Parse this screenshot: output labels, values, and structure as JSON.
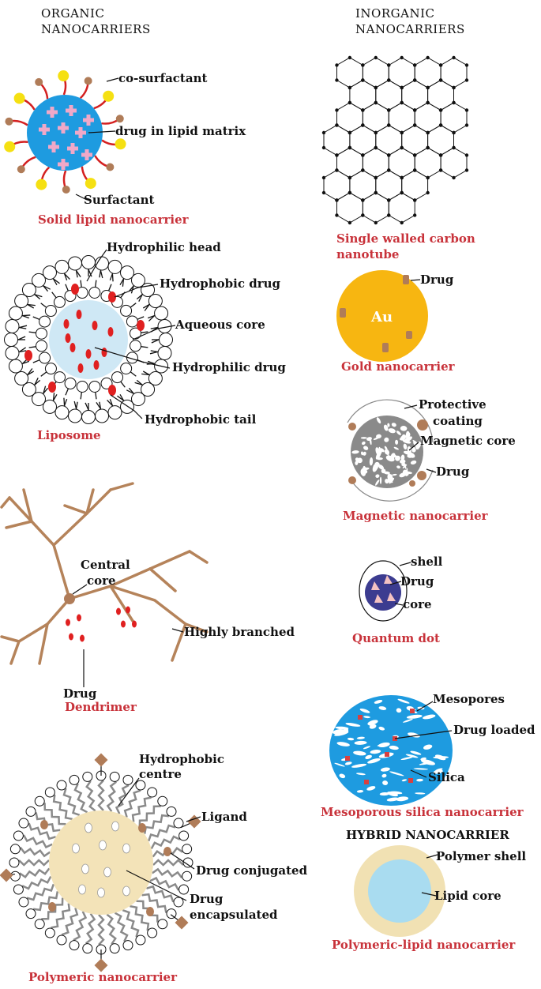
{
  "headers": {
    "organic": [
      "ORGANIC",
      "NANOCARRIERS"
    ],
    "inorganic": [
      "INORGANIC",
      "NANOCARRIERS"
    ],
    "hybrid": "HYBRID NANOCARRIER"
  },
  "solid_lipid": {
    "title": "Solid lipid nanocarrier",
    "labels": {
      "cosurfactant": "co-surfactant",
      "drug": "drug in lipid matrix",
      "surfactant": "Surfactant"
    }
  },
  "liposome": {
    "title": "Liposome",
    "labels": {
      "head": "Hydrophilic head",
      "hphob_drug": "Hydrophobic drug",
      "core": "Aqueous core",
      "hphil_drug": "Hydrophilic drug",
      "tail": "Hydrophobic tail"
    }
  },
  "dendrimer": {
    "title": "Dendrimer",
    "labels": {
      "central": [
        "Central",
        "core"
      ],
      "branched": "Highly branched",
      "drug": "Drug"
    }
  },
  "polymeric": {
    "title": "Polymeric nanocarrier",
    "labels": {
      "centre": [
        "Hydrophobic",
        "centre"
      ],
      "ligand": "Ligand",
      "conjugated": "Drug conjugated",
      "encapsulated": [
        "Drug",
        "encapsulated"
      ]
    }
  },
  "cnt": {
    "title": [
      "Single walled carbon",
      "nanotube"
    ]
  },
  "gold": {
    "title": "Gold nanocarrier",
    "labels": {
      "drug": "Drug",
      "au": "Au"
    }
  },
  "magnetic": {
    "title": "Magnetic nanocarrier",
    "labels": {
      "coating": [
        "Protective",
        "coating"
      ],
      "core": "Magnetic core",
      "drug": "Drug"
    }
  },
  "quantum": {
    "title": "Quantum dot",
    "labels": {
      "shell": "shell",
      "drug": "Drug",
      "core": "core"
    }
  },
  "mesoporous": {
    "title": "Mesoporous silica nanocarrier",
    "labels": {
      "pores": "Mesopores",
      "drug": "Drug loaded",
      "silica": "Silica"
    }
  },
  "hybrid": {
    "title": "Polymeric-lipid nanocarrier",
    "labels": {
      "shell": "Polymer shell",
      "core": "Lipid core"
    }
  },
  "colors": {
    "title_red": "#c8323a",
    "lipid_blue": "#1e9be0",
    "drug_pink": "#f0a8c8",
    "surfactant_yellow": "#f5e012",
    "cosurf_brown": "#b07c58",
    "tail_red": "#d42020",
    "aqueous": "#cfe8f5",
    "drug_red": "#e02020",
    "branch": "#b5835a",
    "poly_core": "#f3e3b8",
    "ligand": "#b07c58",
    "gold": "#f7b611",
    "magnetic_core": "#8a8a8a",
    "qd_core": "#3c3c90",
    "silica": "#1e9be0",
    "hybrid_shell": "#f1e1b3",
    "hybrid_core": "#a9dcf0"
  }
}
